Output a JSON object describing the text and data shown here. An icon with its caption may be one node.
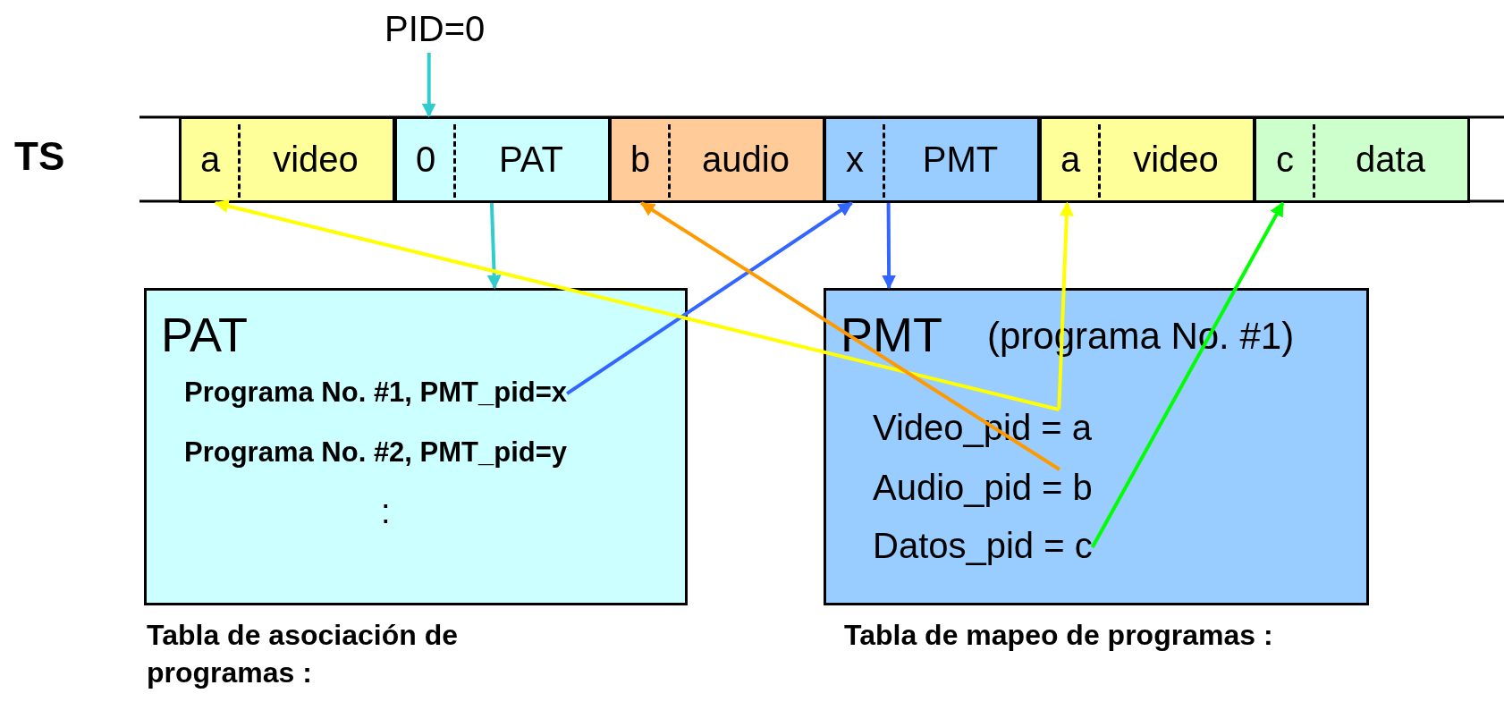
{
  "diagram": {
    "nodes": [
      {
        "text": [
          "PID=0"
        ]
      },
      {
        "text": [
          "a",
          "video"
        ]
      },
      {
        "text": [
          "0",
          "PAT"
        ]
      },
      {
        "text": [
          "b",
          "audio"
        ]
      },
      {
        "text": [
          "x",
          "PMT"
        ]
      },
      {
        "text": [
          "a",
          "video"
        ]
      },
      {
        "text": [
          "c",
          "data"
        ]
      },
      {
        "text": [
          "PAT",
          ":"
        ],
        "beside": [
          "Tabla de asociación de programas :"
        ]
      },
      {
        "text": [
          "Programa No. #1, PMT_pid=x"
        ],
        "in": 7
      },
      {
        "text": [
          "Programa No. #2, PMT_pid=y"
        ],
        "in": 7
      },
      {
        "text": [
          "PMT",
          "(programa No. #1)"
        ],
        "beside": [
          "Tabla de mapeo de programas :"
        ]
      },
      {
        "text": [
          "Video_pid = a"
        ],
        "in": 10
      },
      {
        "text": [
          "Audio_pid = b"
        ],
        "in": 10
      },
      {
        "text": [
          "Datos_pid = c"
        ],
        "in": 10
      }
    ],
    "edges": [
      {
        "from": 0,
        "to": 2,
        "arrow": "to",
        "color": "#33cccc"
      },
      {
        "from": 2,
        "to": 7,
        "arrow": "to",
        "color": "#33cccc"
      },
      {
        "from": 8,
        "to": 4,
        "arrow": "to",
        "color": "#3366ff"
      },
      {
        "from": 4,
        "to": 10,
        "arrow": "to",
        "color": "#3366ff"
      },
      {
        "from": 11,
        "to": 1,
        "arrow": "to",
        "color": "#ffff00"
      },
      {
        "from": 11,
        "to": 5,
        "arrow": "to",
        "color": "#ffff00"
      },
      {
        "from": 12,
        "to": 3,
        "arrow": "to",
        "color": "#ff9900"
      },
      {
        "from": 13,
        "to": 6,
        "arrow": "to",
        "color": "#00ff00"
      }
    ],
    "labels": [
      "TS"
    ]
  }
}
